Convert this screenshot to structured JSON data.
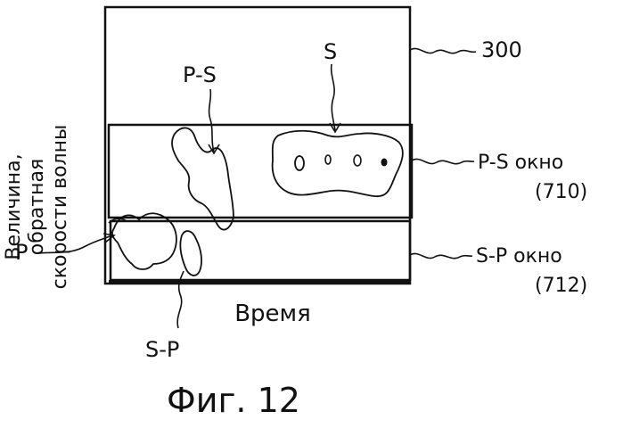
{
  "figure": {
    "caption": "Фиг. 12",
    "y_axis_label_lines": [
      "Величина,",
      "обратная",
      "скорости волны"
    ],
    "x_axis_label": "Время",
    "ref_300": "300",
    "ps_window_label": "P-S окно",
    "ps_window_ref": "(710)",
    "sp_window_label": "S-P окно",
    "sp_window_ref": "(712)",
    "region_S": "S",
    "region_PS": "P-S",
    "region_P": "P",
    "region_SP": "S-P"
  }
}
